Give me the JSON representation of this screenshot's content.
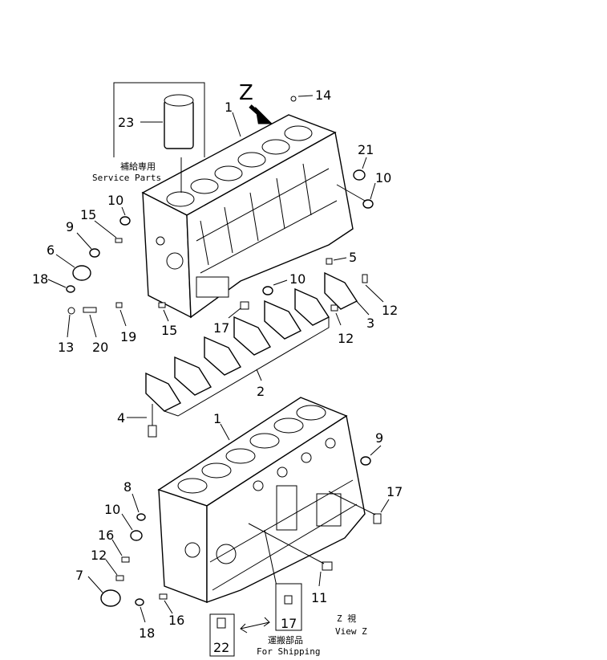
{
  "view_marker": "Z",
  "service_box": {
    "caption_jp": "補給専用",
    "caption_en": "Service Parts",
    "part_number": "23"
  },
  "shipping_box": {
    "caption_jp": "運搬部品",
    "caption_en": "For Shipping",
    "part_left": "22",
    "part_right": "17"
  },
  "view_caption": {
    "jp": "Z 視",
    "en": "View Z"
  },
  "upper_labels": {
    "block": "1",
    "cap_set": "2",
    "cap_3": "3",
    "bolt_4": "4",
    "dowel_5": "5",
    "seal_6": "6",
    "plug_9": "9",
    "plug_10_left": "10",
    "plug_10_right": "10",
    "plug_10_center": "10",
    "pin_12_right": "12",
    "pin_12_low": "12",
    "pin_13": "13",
    "plug_14": "14",
    "pin_15_top": "15",
    "pin_15_bottom": "15",
    "plug_17": "17",
    "plug_18": "18",
    "pin_19": "19",
    "stud_20": "20",
    "plug_21": "21"
  },
  "lower_labels": {
    "block": "1",
    "seal_7": "7",
    "plug_8": "8",
    "plug_9": "9",
    "plug_10": "10",
    "plug_11": "11",
    "pin_12": "12",
    "pin_16_top": "16",
    "pin_16_bottom": "16",
    "plug_17": "17",
    "plug_18": "18"
  }
}
